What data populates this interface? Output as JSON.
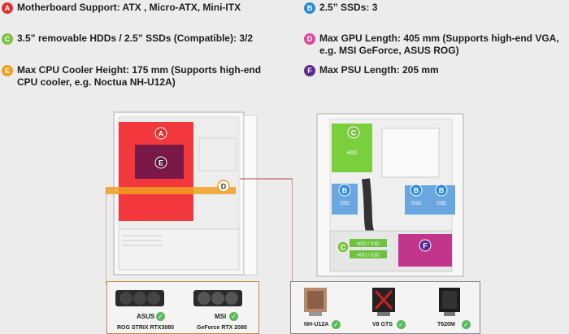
{
  "specs": {
    "a": {
      "badge": "A",
      "text": "Motherboard Support: ATX , Micro-ATX, Mini-ITX",
      "color": "#e03030"
    },
    "b": {
      "badge": "B",
      "text": "2.5” SSDs: 3",
      "color": "#2b8ad8"
    },
    "c": {
      "badge": "C",
      "text": "3.5” removable HDDs / 2.5” SSDs (Compatible): 3/2",
      "color": "#7cc242"
    },
    "d": {
      "badge": "D",
      "text": "Max GPU Length: 405 mm (Supports high-end VGA, e.g. MSI GeForce, ASUS ROG)",
      "color": "#d94a9c"
    },
    "e": {
      "badge": "E",
      "text": "Max CPU Cooler Height: 175 mm (Supports high-end CPU cooler, e.g. Noctua NH-U12A)",
      "color": "#f0a020"
    },
    "f": {
      "badge": "F",
      "text": "Max PSU Length: 205 mm",
      "color": "#5a2a90"
    }
  },
  "diagram_left": {
    "label_a": "A",
    "label_e": "E",
    "label_d": "D"
  },
  "diagram_right": {
    "label_c1": "C",
    "hdd_label": "HDD",
    "label_b1": "B",
    "label_b2": "B",
    "label_b3": "B",
    "ssd_label1": "SSD",
    "ssd_label2": "SSD",
    "ssd_label3": "SSD",
    "label_c2": "C",
    "hdd_ssd1": "HDD / SSD",
    "hdd_ssd2": "HDD / SSD",
    "label_f": "F"
  },
  "gpu_box": {
    "items": [
      {
        "brand": "ASUS",
        "model": "ROG STRIX RTX3080"
      },
      {
        "brand": "MSI",
        "model": "GeForce RTX 2080"
      }
    ]
  },
  "cooler_box": {
    "items": [
      {
        "model": "NH-U12A"
      },
      {
        "model": "V8 GTS"
      },
      {
        "model": "T620M"
      }
    ]
  }
}
